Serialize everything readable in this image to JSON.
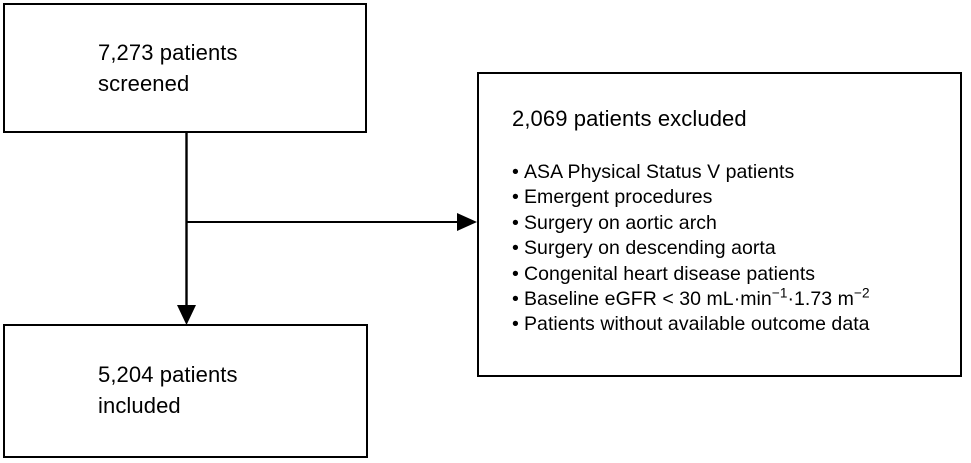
{
  "diagram": {
    "type": "patient-flow-consort",
    "boxes": {
      "screened": {
        "text": "7,273 patients\nscreened",
        "count": 7273,
        "label": "patients screened"
      },
      "included": {
        "text": "5,204 patients\nincluded",
        "count": 5204,
        "label": "patients included"
      },
      "excluded": {
        "heading": "2,069 patients excluded",
        "count": 2069,
        "bullet_char": "•",
        "criteria": [
          {
            "prefix": "ASA Physical Status V patients",
            "sup1": "",
            "mid": "",
            "sup2": "",
            "suffix": ""
          },
          {
            "prefix": "Emergent procedures",
            "sup1": "",
            "mid": "",
            "sup2": "",
            "suffix": ""
          },
          {
            "prefix": "Surgery on aortic arch",
            "sup1": "",
            "mid": "",
            "sup2": "",
            "suffix": ""
          },
          {
            "prefix": "Surgery on descending aorta",
            "sup1": "",
            "mid": "",
            "sup2": "",
            "suffix": ""
          },
          {
            "prefix": "Congenital heart disease patients",
            "sup1": "",
            "mid": "",
            "sup2": "",
            "suffix": ""
          },
          {
            "prefix": "Baseline eGFR < 30 mL·min",
            "sup1": "−1",
            "mid": "·1.73 m",
            "sup2": "−2",
            "suffix": ""
          },
          {
            "prefix": "Patients without available outcome data",
            "sup1": "",
            "mid": "",
            "sup2": "",
            "suffix": ""
          }
        ]
      }
    },
    "connectors": {
      "down_arrow_label": "flows to included box",
      "right_arrow_label": "flows to excluded box"
    },
    "colors": {
      "stroke": "#000000",
      "background": "#ffffff",
      "text": "#000000"
    }
  }
}
